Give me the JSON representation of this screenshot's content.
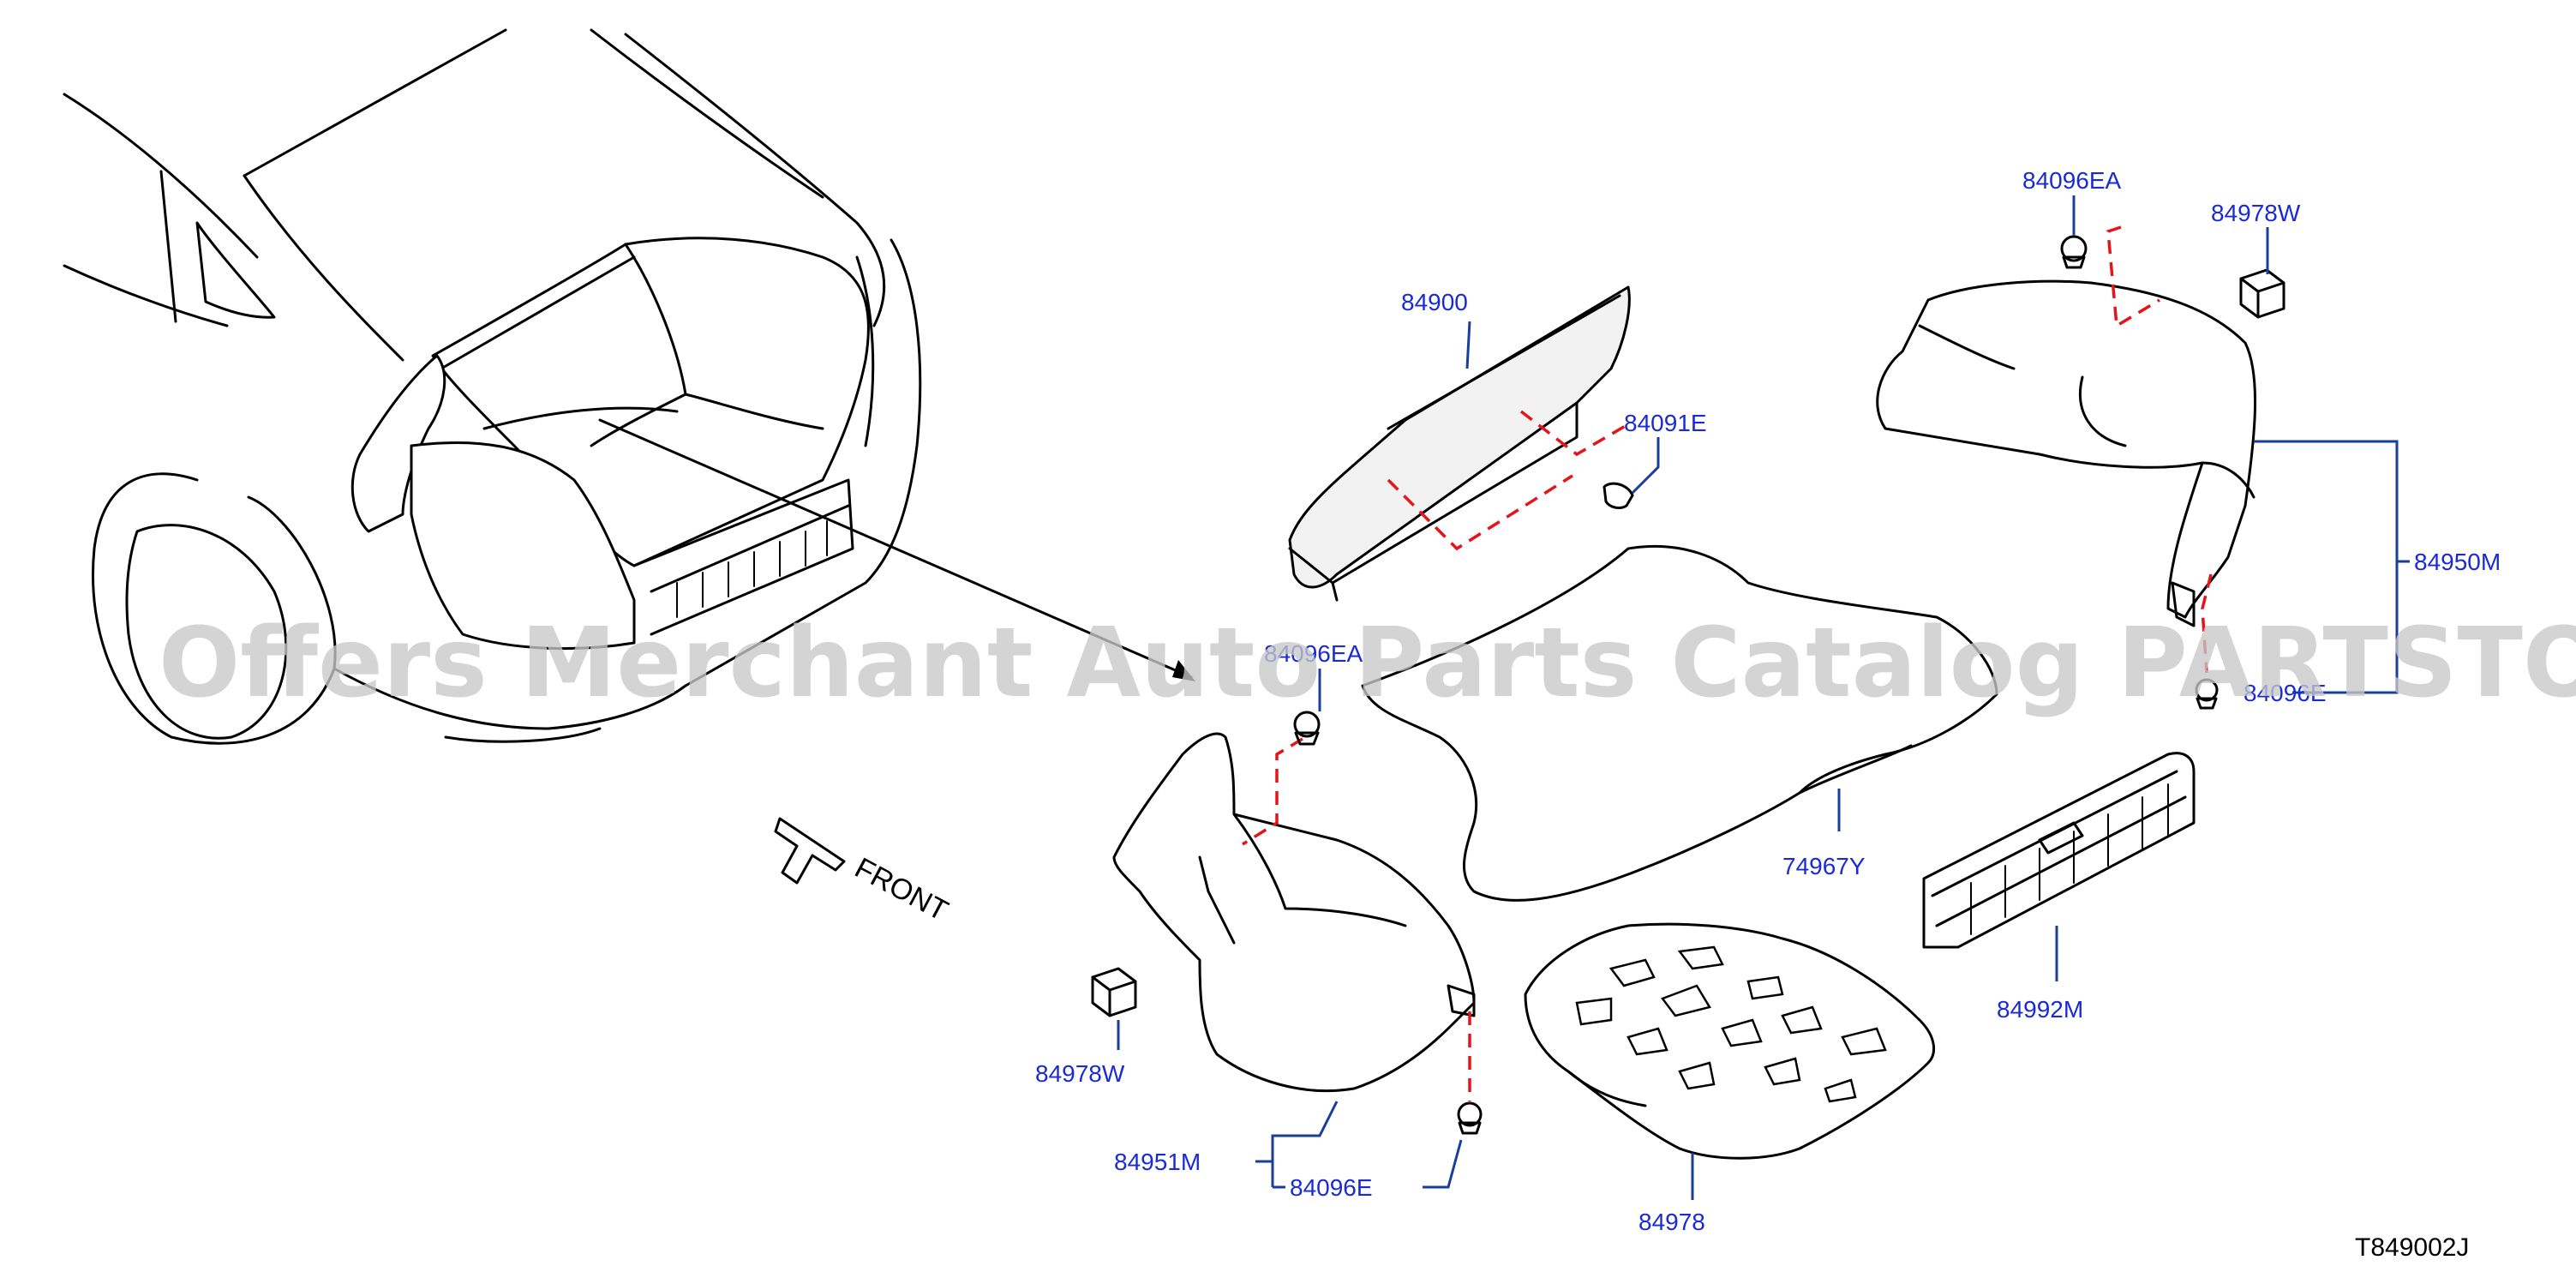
{
  "diagram": {
    "drawing_code": "T849002J",
    "watermark": "Offers Merchant Auto Parts Catalog PARTSTORE.SA",
    "direction_label": "FRONT",
    "colors": {
      "label": "#1a2bd6",
      "leader": "#1a3e9b",
      "fastener_path": "#e5141a"
    },
    "parts": {
      "p84900": "84900",
      "p84091E": "84091E",
      "p84096EA_top": "84096EA",
      "p84096EA_left": "84096EA",
      "p84978W_right": "84978W",
      "p84978W_left": "84978W",
      "p84950M": "84950M",
      "p84096E_right": "84096E",
      "p84096E_left": "84096E",
      "p74967Y": "74967Y",
      "p84992M": "84992M",
      "p84951M": "84951M",
      "p84978": "84978"
    }
  }
}
